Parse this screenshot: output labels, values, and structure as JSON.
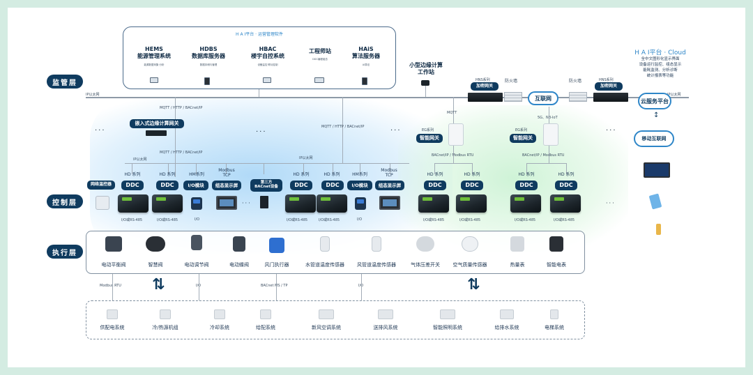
{
  "layers": {
    "supervision": "监管层",
    "control": "控制层",
    "execution": "执行层"
  },
  "platform": {
    "header": "H A I平台 · 运营管理软件",
    "services": [
      {
        "title": "HEMS\n能源管理系统",
        "desc": "能源数据采集·分析"
      },
      {
        "title": "HDBS\n数据库服务器",
        "desc": "数据存储与管理"
      },
      {
        "title": "HBAC\n楼宇自控系统",
        "desc": "设备监控·联动控制"
      },
      {
        "title": "工程师站",
        "desc": "DDC编程组态"
      },
      {
        "title": "HAiS\n算法服务器",
        "desc": "AI算法"
      }
    ]
  },
  "edge_workstation": "小型边缘计算\n工作站",
  "network": {
    "ip_label": "IP以太网",
    "mqtt_http_bacnet": "MQTT / HTTP / BACnet/IP",
    "mqtt": "MQTT",
    "fiveg": "5G、NB-IoT",
    "bacnet_modbus": "BACnet/IP / Modbus RTU",
    "modbus_rtu": "Modbus RTU",
    "bacnet_ms_tp": "BACnet MS / TP",
    "io": "I/O",
    "io_rs485": "I/O或RS-485",
    "modbus_tcp": "Modbus\nTCP"
  },
  "gateways": {
    "embedded": "嵌入式边缘计算网关",
    "smart": "智能网关",
    "eg_series": "EG系列",
    "hns_series": "HNS系列",
    "encrypted": "加密网关",
    "firewall": "防火墙",
    "internet": "互联网",
    "cloud_platform": "云服务平台",
    "mobile_internet": "移动互联网"
  },
  "cloud_info": {
    "title": "H A I平台 · Cloud",
    "lines": [
      "全中文图形化显示界面",
      "设备运行监控、组态显示",
      "能耗监测、分析诊断",
      "统计报表等功能"
    ]
  },
  "control": {
    "hd_series": "HD 系列",
    "hm_series": "HM系列",
    "ddc": "DDC",
    "io_module": "I/O模块",
    "display_screen": "组态显示屏",
    "network_controller": "网络温控器",
    "third_party": "第三方\nBACnet设备"
  },
  "actuators": [
    "电动平衡阀",
    "智慧阀",
    "电动调节阀",
    "电动蝶阀",
    "风门执行器",
    "水管道温度传感器",
    "风管道温度传感器",
    "气体压差开关",
    "空气质量传感器",
    "热量表",
    "智能电表"
  ],
  "systems": [
    "供配电系统",
    "冷/热源机组",
    "冷却系统",
    "给配系统",
    "新风空调系统",
    "送排风系统",
    "智能照明系统",
    "给排水系统",
    "电梯系统"
  ],
  "ellipsis": "···"
}
